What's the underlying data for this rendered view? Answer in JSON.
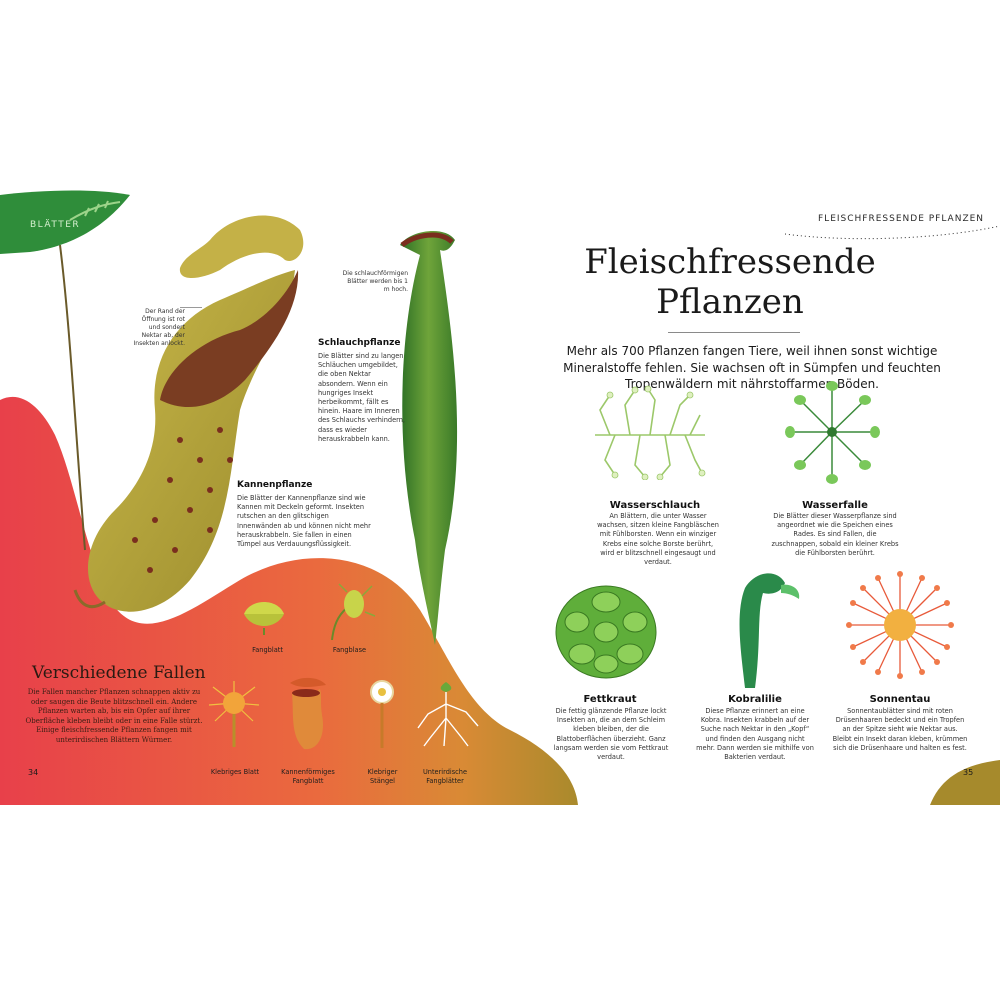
{
  "left_page": {
    "section_tab": "BLÄTTER",
    "page_number": "34",
    "annot_rim": "Der Rand der Öffnung ist rot und sondert Nektar ab, der Insekten anlockt.",
    "annot_tube": "Die schlauchförmigen Blätter werden bis 1 m hoch.",
    "schlauch": {
      "title": "Schlauchpflanze",
      "text": "Die Blätter sind zu langen Schläuchen umgebildet, die oben Nektar absondern. Wenn ein hungriges Insekt herbeikommt, fällt es hinein. Haare im Inneren des Schlauchs verhindern, dass es wieder herauskrabbeln kann."
    },
    "kannen": {
      "title": "Kannenpflanze",
      "text": "Die Blätter der Kannenpflanze sind wie Kannen mit Deckeln geformt. Insekten rutschen an den glitschigen Innenwänden ab und können nicht mehr herauskrabbeln. Sie fallen in einen Tümpel aus Verdauungsflüssigkeit."
    },
    "fallen": {
      "title": "Verschiedene Fallen",
      "text": "Die Fallen mancher Pflanzen schnappen aktiv zu oder saugen die Beute blitzschnell ein. Andere Pflanzen warten ab, bis ein Opfer auf ihrer Oberfläche kleben bleibt oder in eine Falle stürzt. Einige fleischfressende Pflanzen fangen mit unterirdischen Blättern Würmer."
    },
    "traps": [
      {
        "label": "Fangblatt",
        "icon": "flytrap-icon"
      },
      {
        "label": "Fangblase",
        "icon": "bladder-icon"
      },
      {
        "label": "Klebriges Blatt",
        "icon": "sticky-leaf-icon"
      },
      {
        "label": "Kannenförmiges Fangblatt",
        "icon": "pitcher-icon"
      },
      {
        "label": "Klebriger Stängel",
        "icon": "sticky-stem-icon"
      },
      {
        "label": "Unterirdische Fangblätter",
        "icon": "roots-icon"
      }
    ]
  },
  "right_page": {
    "header": "FLEISCHFRESSENDE PFLANZEN",
    "title_line1": "Fleischfressende",
    "title_line2": "Pflanzen",
    "intro": "Mehr als 700 Pflanzen fangen Tiere, weil ihnen sonst wichtige Mineralstoffe fehlen. Sie wachsen oft in Sümpfen und feuchten Tropenwäldern mit nährstoffarmen Böden.",
    "page_number": "35",
    "plants": [
      {
        "name": "Wasserschlauch",
        "text": "An Blättern, die unter Wasser wachsen, sitzen kleine Fangbläschen mit Fühlborsten. Wenn ein winziger Krebs eine solche Borste berührt, wird er blitzschnell eingesaugt und verdaut."
      },
      {
        "name": "Wasserfalle",
        "text": "Die Blätter dieser Wasserpflanze sind angeordnet wie die Speichen eines Rades. Es sind Fallen, die zuschnappen, sobald ein kleiner Krebs die Fühlborsten berührt."
      },
      {
        "name": "Fettkraut",
        "text": "Die fettig glänzende Pflanze lockt Insekten an, die an dem Schleim kleben bleiben, der die Blattoberflächen überzieht. Ganz langsam werden sie vom Fettkraut verdaut."
      },
      {
        "name": "Kobralilie",
        "text": "Diese Pflanze erinnert an eine Kobra. Insekten krabbeln auf der Suche nach Nektar in den „Kopf“ und finden den Ausgang nicht mehr. Dann werden sie mithilfe von Bakterien verdaut."
      },
      {
        "name": "Sonnentau",
        "text": "Sonnentaublätter sind mit roten Drüsenhaaren bedeckt und ein Tropfen an der Spitze sieht wie Nektar aus. Bleibt ein Insekt daran kleben, krümmen sich die Drüsenhaare und halten es fest."
      }
    ]
  },
  "colors": {
    "red": "#e8414a",
    "orange": "#e9873a",
    "olive": "#a78a2a",
    "leaf": "#2f8a3a"
  }
}
